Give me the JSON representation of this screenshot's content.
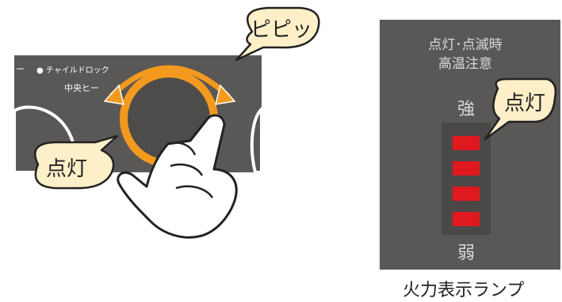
{
  "control_panel": {
    "childlock_label": "● チャイルドロック",
    "left_dash": "ー",
    "center_label": "中央ヒー"
  },
  "bubbles": {
    "beep": "ピピッ",
    "lit_left": "点灯",
    "lit_right": "点灯"
  },
  "lamp_panel": {
    "header_line1": "点灯･点滅時",
    "header_line2": "高温注意",
    "strong_label": "強",
    "weak_label": "弱",
    "lamp_count": 4,
    "lamp_color": "#e0191f"
  },
  "caption": "火力表示ランプ",
  "colors": {
    "panel_dark": "#5a5856",
    "ring_orange": "#f39a1e",
    "bubble_fill": "#fdf0c8",
    "lamp_bg": "#4a4847"
  }
}
